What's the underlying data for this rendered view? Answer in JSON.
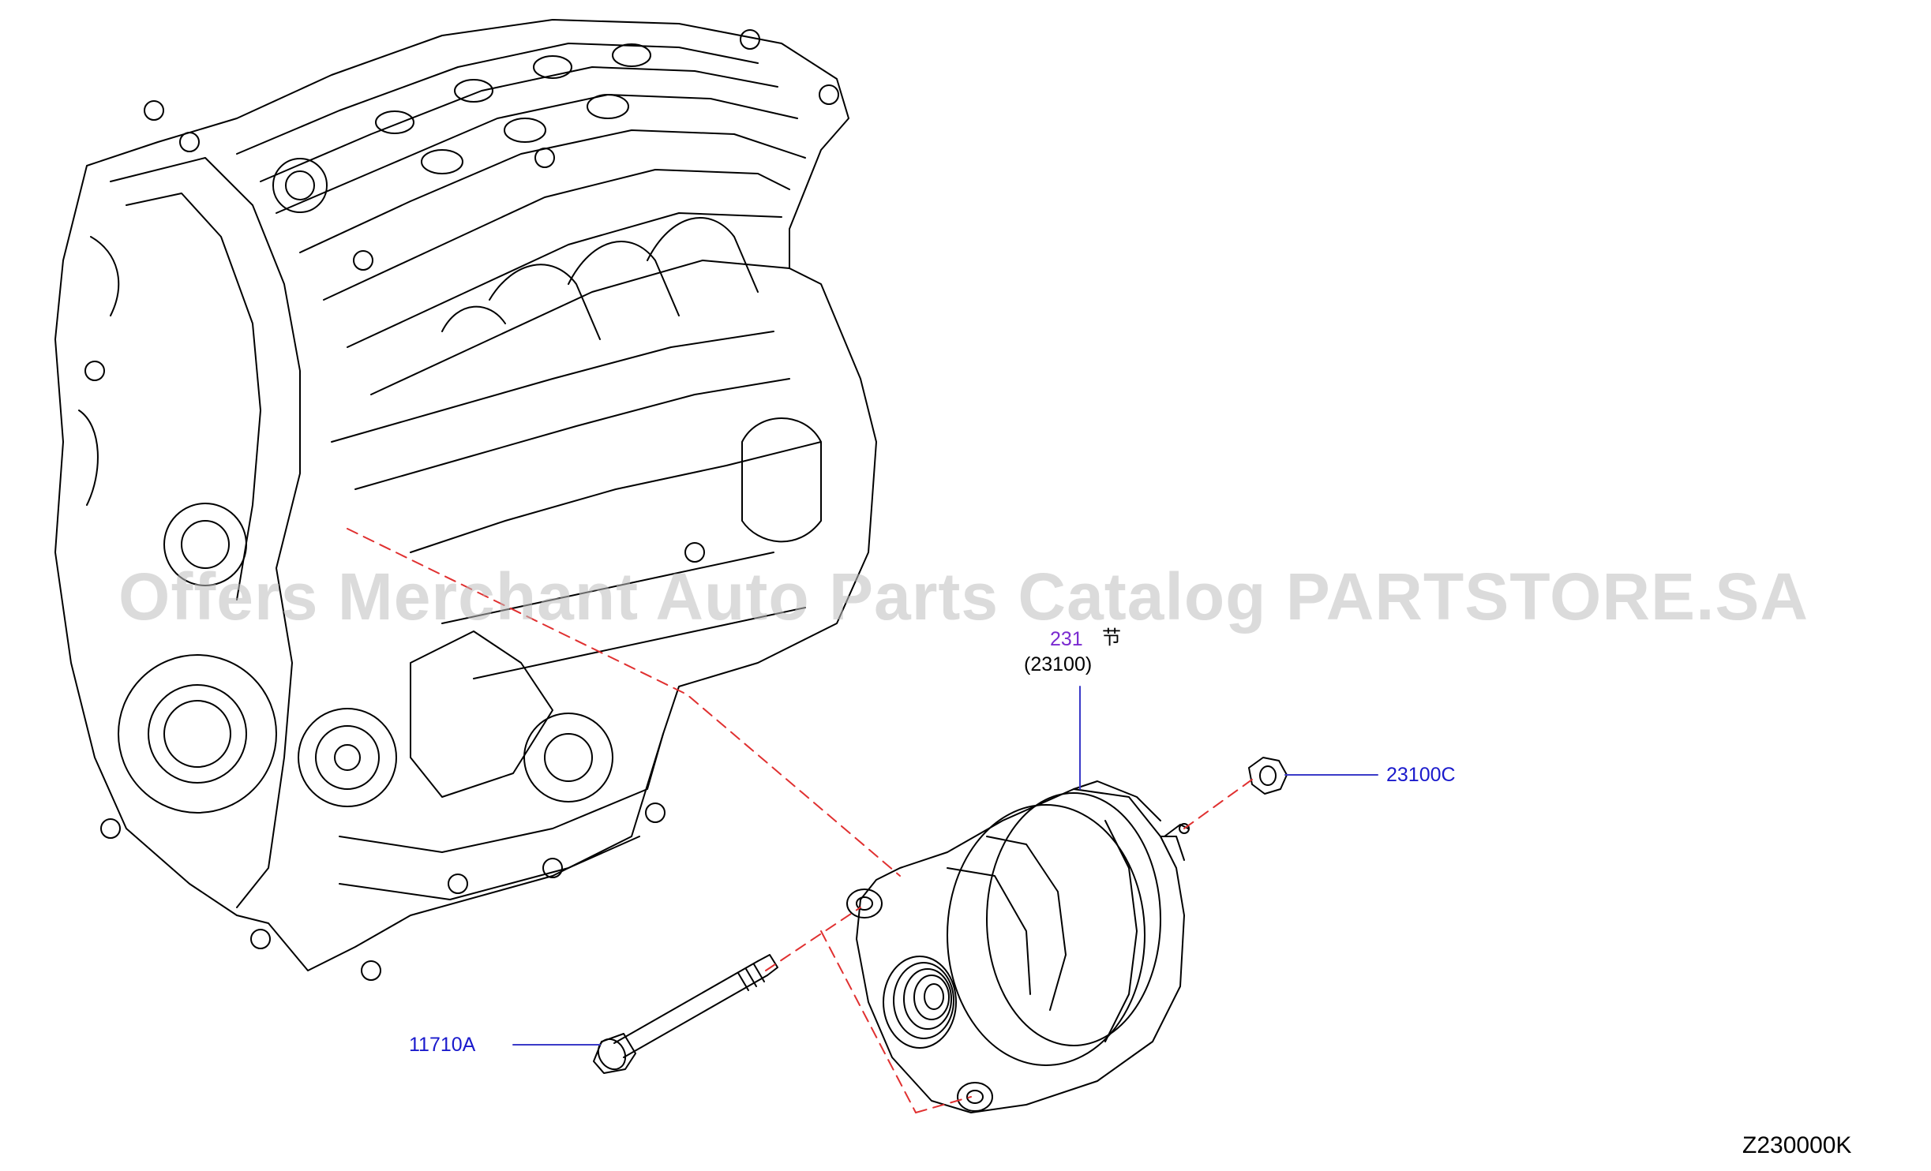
{
  "watermark": "Offers Merchant Auto Parts Catalog PARTSTORE.SA",
  "callouts": {
    "section_code": "231",
    "section_symbol": "节",
    "assembly_part": "(23100)",
    "nut_part": "23100C",
    "bolt_part": "11710A"
  },
  "figure_code": "Z230000K",
  "colors": {
    "link": "#1a1acc",
    "section": "#7a2ad0",
    "text": "#000000",
    "leader_line": "#3a3ac8",
    "dashed_line": "#e03030",
    "drawing": "#000000"
  },
  "icons": {
    "engine": "engine-block-icon",
    "alternator": "alternator-icon",
    "bolt": "bolt-icon",
    "nut": "nut-icon"
  }
}
